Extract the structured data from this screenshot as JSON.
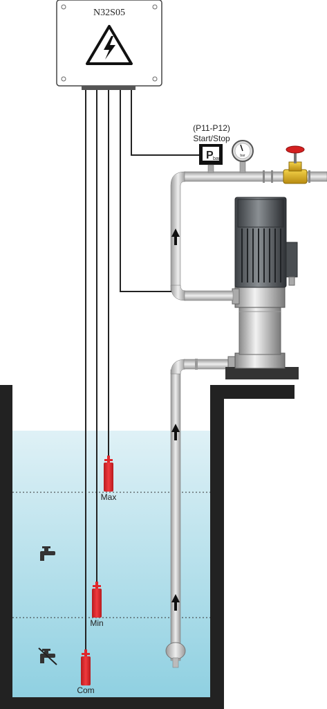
{
  "control_box": {
    "model": "N32S05",
    "icon": "high-voltage-warning-icon"
  },
  "pressure_switch": {
    "param_label": "(P11-P12)",
    "function_label": "Start/Stop",
    "symbol": "P",
    "unit": "bar"
  },
  "pressure_gauge": {
    "unit": "bar",
    "icon": "pressure-gauge-icon"
  },
  "valve": {
    "icon": "gate-valve-icon"
  },
  "tank": {
    "levels": [
      {
        "name": "max",
        "label": "Max"
      },
      {
        "name": "min",
        "label": "Min"
      },
      {
        "name": "common",
        "label": "Com"
      }
    ],
    "icons": [
      "water-tap-icon",
      "no-water-tap-icon"
    ]
  },
  "colors": {
    "water_top": "#d9eef4",
    "water_bottom": "#8ecfe0",
    "sensor": "#e0262a",
    "pipe": "#c6c6c6",
    "motor": "#555a5e",
    "wall": "#222222"
  }
}
